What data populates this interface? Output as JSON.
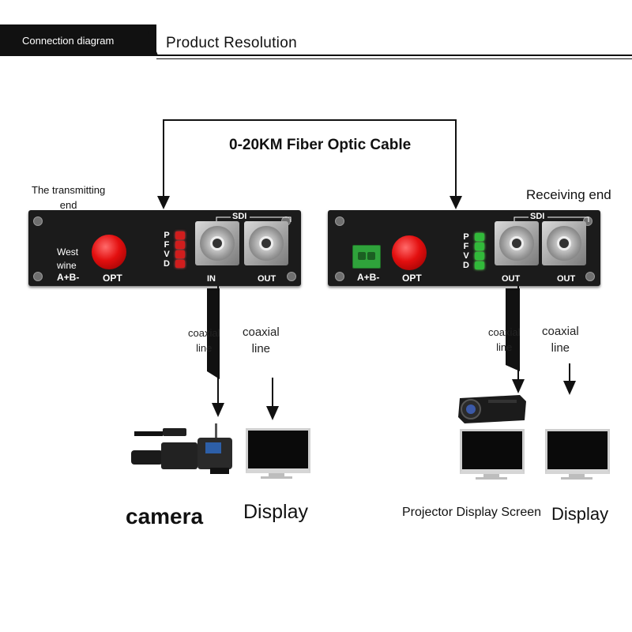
{
  "header": {
    "tab_label": "Connection diagram",
    "title": "Product Resolution"
  },
  "diagram": {
    "cable_label": "0-20KM Fiber Optic Cable",
    "transmitter": {
      "title_line1": "The transmitting",
      "title_line2": "end",
      "power_label_line1": "West",
      "power_label_line2": "wine",
      "power_pins": "A+B-",
      "opt_label": "OPT",
      "led_letters": [
        "P",
        "F",
        "V",
        "D"
      ],
      "sdi_label": "SDI",
      "port_in": "IN",
      "port_out": "OUT",
      "led_color": "#d11d1d"
    },
    "receiver": {
      "title": "Receiving end",
      "power_pins": "A+B-",
      "opt_label": "OPT",
      "led_letters": [
        "P",
        "F",
        "V",
        "D"
      ],
      "sdi_label": "SDI",
      "port_out1": "OUT",
      "port_out2": "OUT",
      "led_color": "#31b93a"
    },
    "cable_labels": {
      "tx_coax1_line1": "coaxial",
      "tx_coax1_line2": "line",
      "tx_coax2_line1": "coaxial",
      "tx_coax2_line2": "line",
      "rx_coax1_line1": "coaxial",
      "rx_coax1_line2": "line",
      "rx_coax2_line1": "coaxial",
      "rx_coax2_line2": "line"
    },
    "devices": {
      "camera": "camera",
      "display_tx": "Display",
      "projector": "Projector Display Screen",
      "display_rx": "Display"
    }
  }
}
